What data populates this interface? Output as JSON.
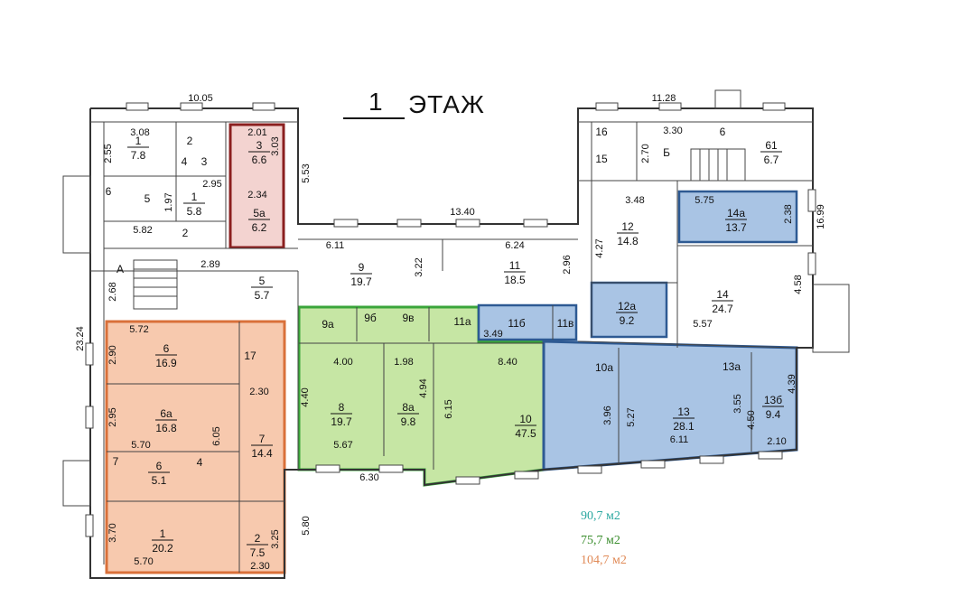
{
  "plan": {
    "title_number": "1",
    "title_text": "ЭТАЖ",
    "colors": {
      "orange_fill": "#f7c9ae",
      "orange_stroke": "#d9703a",
      "green_fill": "#c6e6a4",
      "green_stroke": "#3aa53a",
      "blue_fill": "#a9c4e4",
      "blue_stroke": "#2e5a93",
      "red_fill": "#f3d3d0",
      "red_stroke": "#8b1f1f",
      "legend_teal": "#2aa7a0",
      "legend_green": "#3a8d2d",
      "legend_orange": "#e08a57"
    },
    "legend": {
      "blue_total": "90,7 м2",
      "green_total": "75,7 м2",
      "orange_total": "104,7 м2"
    },
    "room_labels": [
      {
        "id": "r1a",
        "num": "1",
        "area": "7.8"
      },
      {
        "id": "r2",
        "num": "2",
        "area": ""
      },
      {
        "id": "r3",
        "num": "3",
        "area": "6.6"
      },
      {
        "id": "r1b",
        "num": "1",
        "area": "5.8"
      },
      {
        "id": "r5a",
        "num": "5а",
        "area": "6.2"
      },
      {
        "id": "r5",
        "num": "5",
        "area": "5.7"
      },
      {
        "id": "r9",
        "num": "9",
        "area": "19.7"
      },
      {
        "id": "r11",
        "num": "11",
        "area": "18.5"
      },
      {
        "id": "r12",
        "num": "12",
        "area": "14.8"
      },
      {
        "id": "r14a",
        "num": "14а",
        "area": "13.7"
      },
      {
        "id": "r14",
        "num": "14",
        "area": "24.7"
      },
      {
        "id": "r12a",
        "num": "12а",
        "area": "9.2"
      },
      {
        "id": "r6b",
        "num": "6",
        "area": "16.9"
      },
      {
        "id": "r6a",
        "num": "6а",
        "area": "16.8"
      },
      {
        "id": "r6c",
        "num": "6",
        "area": "5.1"
      },
      {
        "id": "r7",
        "num": "7",
        "area": "14.4"
      },
      {
        "id": "r1c",
        "num": "1",
        "area": "20.2"
      },
      {
        "id": "r2b",
        "num": "2",
        "area": "7.5"
      },
      {
        "id": "r8",
        "num": "8",
        "area": "19.7"
      },
      {
        "id": "r8a",
        "num": "8а",
        "area": "9.8"
      },
      {
        "id": "r10",
        "num": "10",
        "area": "47.5"
      },
      {
        "id": "r13",
        "num": "13",
        "area": "28.1"
      },
      {
        "id": "r13b",
        "num": "13б",
        "area": "9.4"
      },
      {
        "id": "r6r",
        "num": "6",
        "area": ""
      },
      {
        "id": "r61",
        "num": "61",
        "area": "6.7"
      }
    ],
    "single_labels": [
      {
        "id": "s_b",
        "text": "Б"
      },
      {
        "id": "s_a",
        "text": "А"
      },
      {
        "id": "s16",
        "text": "16"
      },
      {
        "id": "s15",
        "text": "15"
      },
      {
        "id": "s17",
        "text": "17"
      },
      {
        "id": "s9a",
        "text": "9а"
      },
      {
        "id": "s9b",
        "text": "9б"
      },
      {
        "id": "s9v",
        "text": "9в"
      },
      {
        "id": "s11a",
        "text": "11а"
      },
      {
        "id": "s11b",
        "text": "11б"
      },
      {
        "id": "s11v",
        "text": "11в"
      },
      {
        "id": "s10a",
        "text": "10а"
      },
      {
        "id": "s13a",
        "text": "13а"
      },
      {
        "id": "s4a",
        "text": "4"
      },
      {
        "id": "s3a",
        "text": "3"
      },
      {
        "id": "s6s",
        "text": "6"
      },
      {
        "id": "s5s",
        "text": "5"
      },
      {
        "id": "s2s",
        "text": "2"
      },
      {
        "id": "s4b",
        "text": "4"
      },
      {
        "id": "s7s",
        "text": "7"
      }
    ],
    "dimensions": [
      {
        "id": "d1",
        "text": "10.05"
      },
      {
        "id": "d2",
        "text": "11.28"
      },
      {
        "id": "d3",
        "text": "3.08"
      },
      {
        "id": "d4",
        "text": "2.55"
      },
      {
        "id": "d5",
        "text": "2.01"
      },
      {
        "id": "d6",
        "text": "3.03"
      },
      {
        "id": "d7",
        "text": "5.53"
      },
      {
        "id": "d8",
        "text": "1.97"
      },
      {
        "id": "d9",
        "text": "2.95"
      },
      {
        "id": "d10",
        "text": "2.34"
      },
      {
        "id": "d11",
        "text": "5.82"
      },
      {
        "id": "d12",
        "text": "13.40"
      },
      {
        "id": "d13",
        "text": "6.11"
      },
      {
        "id": "d14",
        "text": "6.24"
      },
      {
        "id": "d15",
        "text": "2.89"
      },
      {
        "id": "d16",
        "text": "2.68"
      },
      {
        "id": "d17",
        "text": "3.22"
      },
      {
        "id": "d18",
        "text": "2.96"
      },
      {
        "id": "d19",
        "text": "3.30"
      },
      {
        "id": "d20",
        "text": "2.70"
      },
      {
        "id": "d21",
        "text": "3.48"
      },
      {
        "id": "d22",
        "text": "5.75"
      },
      {
        "id": "d23",
        "text": "2.38"
      },
      {
        "id": "d24",
        "text": "16.99"
      },
      {
        "id": "d25",
        "text": "4.27"
      },
      {
        "id": "d26",
        "text": "4.58"
      },
      {
        "id": "d27",
        "text": "5.57"
      },
      {
        "id": "d28",
        "text": "23.24"
      },
      {
        "id": "d29",
        "text": "5.72"
      },
      {
        "id": "d30",
        "text": "2.90"
      },
      {
        "id": "d31",
        "text": "2.30"
      },
      {
        "id": "d32",
        "text": "2.95"
      },
      {
        "id": "d33",
        "text": "6.05"
      },
      {
        "id": "d34",
        "text": "5.70"
      },
      {
        "id": "d35",
        "text": "3.70"
      },
      {
        "id": "d36",
        "text": "5.70"
      },
      {
        "id": "d37",
        "text": "2.30"
      },
      {
        "id": "d38",
        "text": "3.25"
      },
      {
        "id": "d39",
        "text": "5.80"
      },
      {
        "id": "d40",
        "text": "4.00"
      },
      {
        "id": "d41",
        "text": "1.98"
      },
      {
        "id": "d42",
        "text": "4.40"
      },
      {
        "id": "d43",
        "text": "4.94"
      },
      {
        "id": "d44",
        "text": "5.67"
      },
      {
        "id": "d45",
        "text": "6.30"
      },
      {
        "id": "d46",
        "text": "6.15"
      },
      {
        "id": "d47",
        "text": "8.40"
      },
      {
        "id": "d48",
        "text": "3.49"
      },
      {
        "id": "d49",
        "text": "3.96"
      },
      {
        "id": "d50",
        "text": "5.27"
      },
      {
        "id": "d51",
        "text": "3.55"
      },
      {
        "id": "d52",
        "text": "4.50"
      },
      {
        "id": "d53",
        "text": "4.39"
      },
      {
        "id": "d54",
        "text": "6.11"
      },
      {
        "id": "d55",
        "text": "2.10"
      }
    ]
  }
}
